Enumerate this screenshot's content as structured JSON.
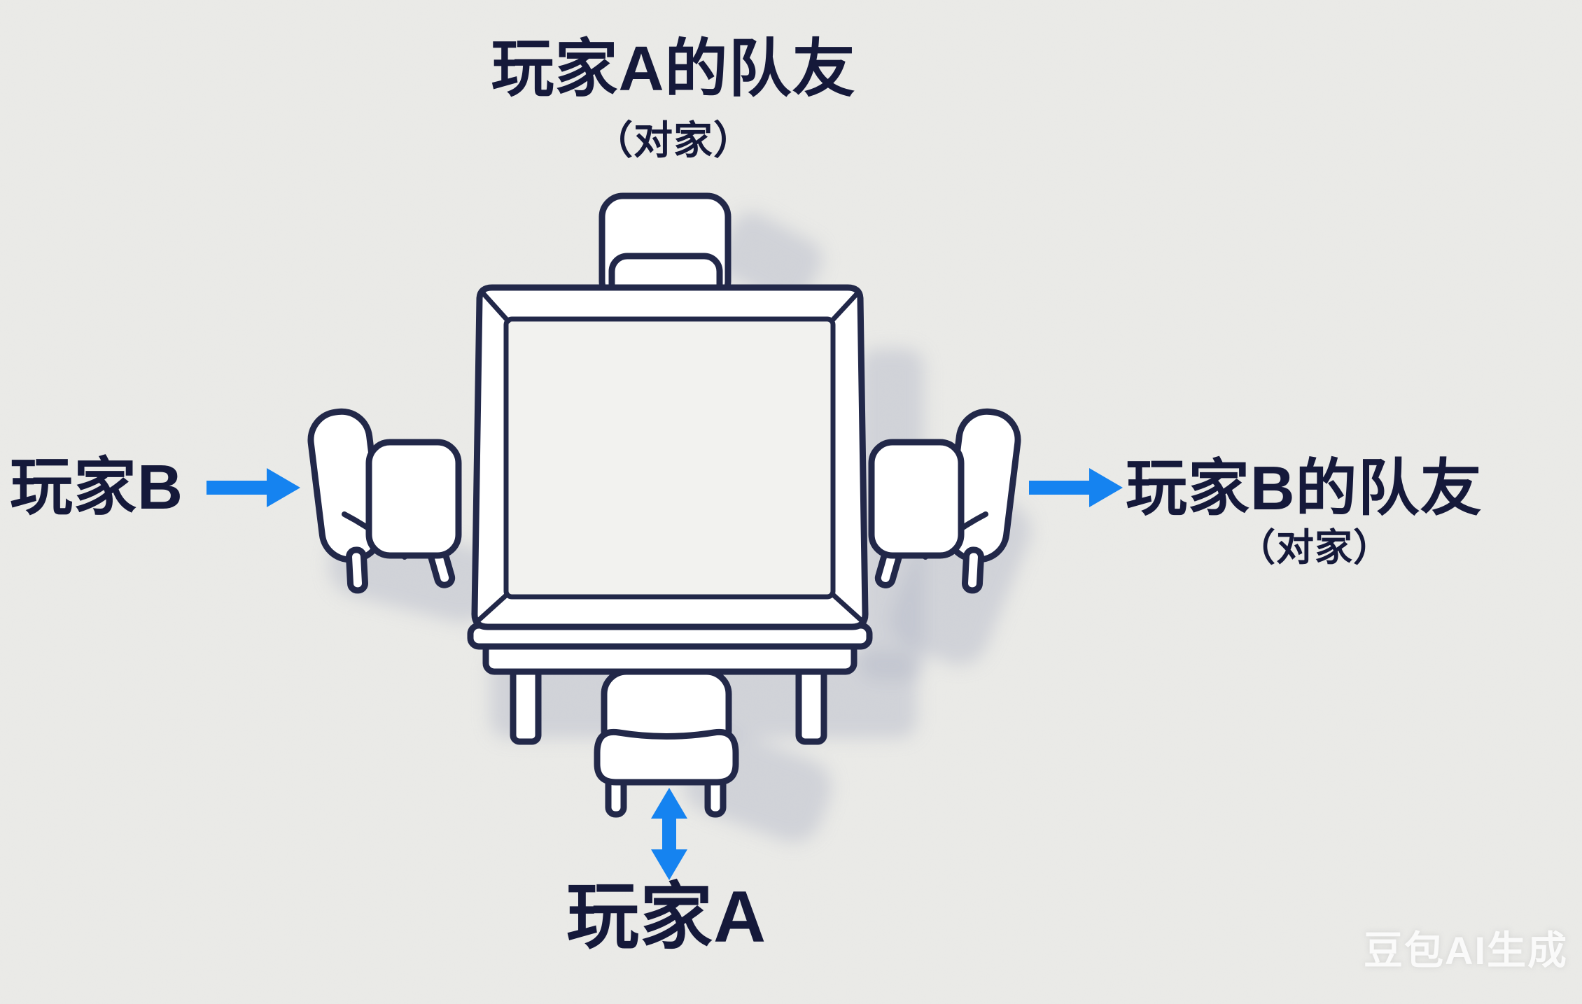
{
  "diagram": {
    "top_seat": {
      "label": "玩家A的队友",
      "sublabel": "（对家）"
    },
    "left_seat": {
      "label": "玩家B"
    },
    "right_seat": {
      "label": "玩家B的队友",
      "sublabel": "（对家）"
    },
    "bottom_seat": {
      "label": "玩家A"
    }
  },
  "watermark": "豆包AI生成",
  "icons": {
    "left_arrow": "arrow-right-icon",
    "right_arrow": "arrow-right-icon",
    "bottom_arrow": "arrow-up-down-icon"
  },
  "colors": {
    "arrow_blue": "#1583f0",
    "ink_navy": "#222849",
    "text_navy": "#15193a",
    "background": "#ebebe8",
    "furniture_white": "#ffffff",
    "table_surface": "#f2f2ef",
    "shadow_gray": "#b7bcc9"
  }
}
